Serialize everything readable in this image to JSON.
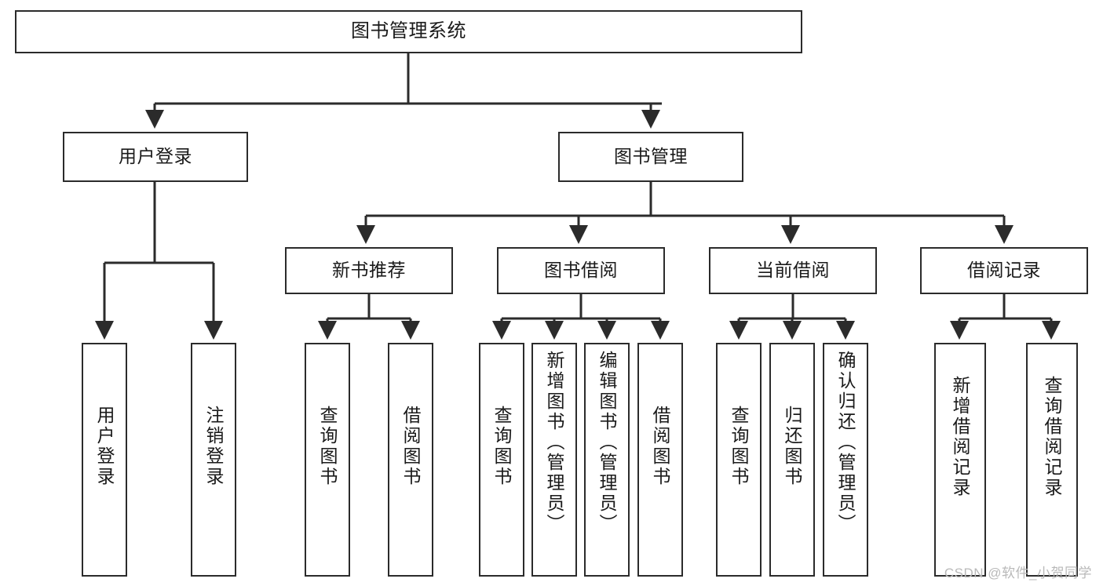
{
  "diagram": {
    "type": "tree-hierarchy",
    "title": "图书管理系统",
    "watermark": "CSDN @软件_小贺同学",
    "colors": {
      "stroke": "#2b2b2b",
      "fill": "#ffffff",
      "text": "#1a1a1a",
      "watermark": "#b9b9b9"
    },
    "levels": [
      {
        "level": 1,
        "nodes": [
          {
            "id": "root",
            "label": "图书管理系统",
            "orientation": "horizontal"
          }
        ]
      },
      {
        "level": 2,
        "nodes": [
          {
            "id": "login",
            "label": "用户登录",
            "orientation": "horizontal",
            "parent": "root"
          },
          {
            "id": "bookmgmt",
            "label": "图书管理",
            "orientation": "horizontal",
            "parent": "root"
          }
        ]
      },
      {
        "level": 3,
        "nodes": [
          {
            "id": "newbook",
            "label": "新书推荐",
            "orientation": "horizontal",
            "parent": "bookmgmt"
          },
          {
            "id": "borrow",
            "label": "图书借阅",
            "orientation": "horizontal",
            "parent": "bookmgmt"
          },
          {
            "id": "current",
            "label": "当前借阅",
            "orientation": "horizontal",
            "parent": "bookmgmt"
          },
          {
            "id": "record",
            "label": "借阅记录",
            "orientation": "horizontal",
            "parent": "bookmgmt"
          }
        ]
      },
      {
        "level": 4,
        "nodes": [
          {
            "id": "leaf-1",
            "label": "用户登录",
            "orientation": "vertical",
            "parent": "login"
          },
          {
            "id": "leaf-2",
            "label": "注销登录",
            "orientation": "vertical",
            "parent": "login"
          },
          {
            "id": "leaf-3",
            "label": "查询图书",
            "orientation": "vertical",
            "parent": "newbook"
          },
          {
            "id": "leaf-4",
            "label": "借阅图书",
            "orientation": "vertical",
            "parent": "newbook"
          },
          {
            "id": "leaf-5",
            "label": "查询图书",
            "orientation": "vertical",
            "parent": "borrow"
          },
          {
            "id": "leaf-6",
            "label": "新增图书（管理员）",
            "orientation": "vertical",
            "parent": "borrow"
          },
          {
            "id": "leaf-7",
            "label": "编辑图书（管理员）",
            "orientation": "vertical",
            "parent": "borrow"
          },
          {
            "id": "leaf-8",
            "label": "借阅图书",
            "orientation": "vertical",
            "parent": "borrow"
          },
          {
            "id": "leaf-9",
            "label": "查询图书",
            "orientation": "vertical",
            "parent": "current"
          },
          {
            "id": "leaf-10",
            "label": "归还图书",
            "orientation": "vertical",
            "parent": "current"
          },
          {
            "id": "leaf-11",
            "label": "确认归还（管理员）",
            "orientation": "vertical",
            "parent": "current"
          },
          {
            "id": "leaf-12",
            "label": "新增借阅记录",
            "orientation": "vertical",
            "parent": "record"
          },
          {
            "id": "leaf-13",
            "label": "查询借阅记录",
            "orientation": "vertical",
            "parent": "record"
          }
        ]
      }
    ]
  }
}
